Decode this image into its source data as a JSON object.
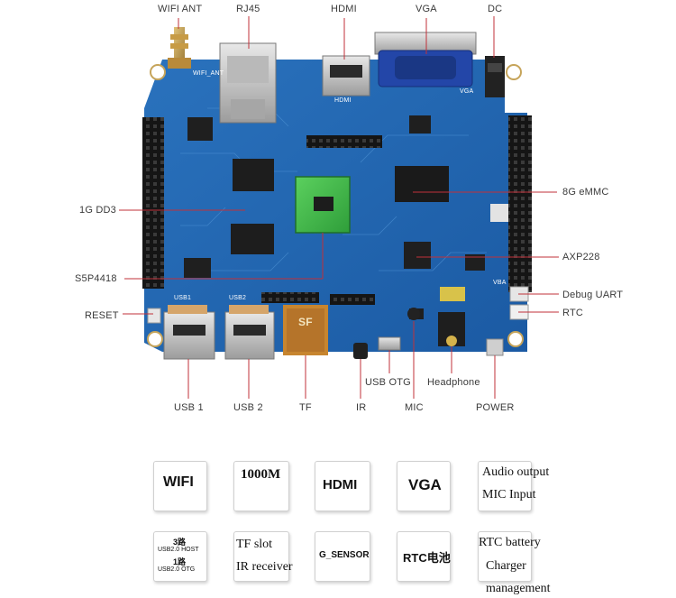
{
  "callouts": {
    "wifi_ant": "WIFI  ANT",
    "rj45": "RJ45",
    "hdmi": "HDMI",
    "vga": "VGA",
    "dc": "DC",
    "emmc": "8G eMMC",
    "ddr3": "1G DD3",
    "axp228": "AXP228",
    "s5p4418": "S5P4418",
    "debug_uart": "Debug UART",
    "reset": "RESET",
    "rtc": "RTC",
    "usb1": "USB 1",
    "usb2": "USB 2",
    "tf": "TF",
    "ir": "IR",
    "usb_otg": "USB OTG",
    "headphone": "Headphone",
    "mic": "MIC",
    "power": "POWER"
  },
  "board_marks": {
    "sf": "SF",
    "usb1_silk": "USB1",
    "usb2_silk": "USB2",
    "hdmi_silk": "HDMI",
    "vga_silk": "VGA",
    "wifi_silk": "WIFI_ANT",
    "vbat_silk": "VBA"
  },
  "features": {
    "wifi": "WIFI",
    "gigabit": "1000M",
    "hdmi": "HDMI",
    "vga": "VGA",
    "audio_line1": "Audio output",
    "audio_line2": "MIC Input",
    "usb_line1": "3路",
    "usb_line2": "USB2.0 HOST",
    "usb_line3": "1路",
    "usb_line4": "USB2.0 OTG",
    "tfir_line1": "TF slot",
    "tfir_line2": "IR receiver",
    "gsensor": "G_SENSOR",
    "rtc_battery": "RTC电池",
    "rtc_line1": "RTC battery",
    "rtc_line2": "Charger",
    "rtc_line3": "management"
  },
  "colors": {
    "pcb": "#1f64ad",
    "callout_line": "#c0313a",
    "label_text": "#3a3a3a",
    "vga_blue": "#2346a8"
  }
}
